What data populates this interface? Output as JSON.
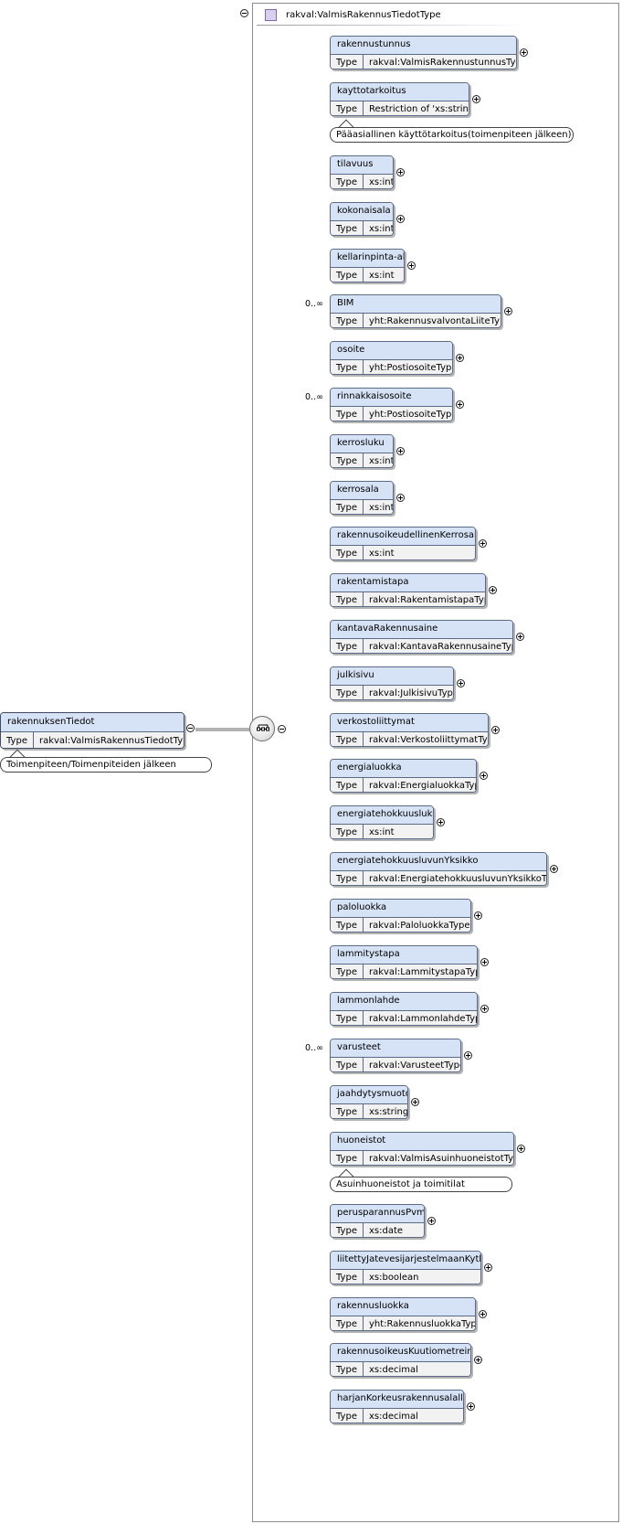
{
  "root": {
    "name": "rakennuksenTiedot",
    "type_label": "Type",
    "type_value": "rakval:ValmisRakennusTiedotType",
    "annotation": "Toimenpiteen/Toimenpiteiden jälkeen"
  },
  "complex_type": {
    "title": "rakval:ValmisRakennusTiedotType"
  },
  "compositor": {
    "icon": "sequence-compositor-icon"
  },
  "children": [
    {
      "name": "rakennustunnus",
      "type_label": "Type",
      "type_value": "rakval:ValmisRakennustunnusType",
      "occurrence": ""
    },
    {
      "name": "kayttotarkoitus",
      "type_label": "Type",
      "type_value": "Restriction of 'xs:string'",
      "occurrence": "",
      "annotation": "Pääasiallinen käyttötarkoitus(toimenpiteen jälkeen) linkki:..."
    },
    {
      "name": "tilavuus",
      "type_label": "Type",
      "type_value": "xs:int",
      "occurrence": ""
    },
    {
      "name": "kokonaisala",
      "type_label": "Type",
      "type_value": "xs:int",
      "occurrence": ""
    },
    {
      "name": "kellarinpinta-ala",
      "type_label": "Type",
      "type_value": "xs:int",
      "occurrence": ""
    },
    {
      "name": "BIM",
      "type_label": "Type",
      "type_value": "yht:RakennusvalvontaLiiteType",
      "occurrence": "0..∞"
    },
    {
      "name": "osoite",
      "type_label": "Type",
      "type_value": "yht:PostiosoiteType",
      "occurrence": ""
    },
    {
      "name": "rinnakkaisosoite",
      "type_label": "Type",
      "type_value": "yht:PostiosoiteType",
      "occurrence": "0..∞"
    },
    {
      "name": "kerrosluku",
      "type_label": "Type",
      "type_value": "xs:int",
      "occurrence": ""
    },
    {
      "name": "kerrosala",
      "type_label": "Type",
      "type_value": "xs:int",
      "occurrence": ""
    },
    {
      "name": "rakennusoikeudellinenKerrosala",
      "type_label": "Type",
      "type_value": "xs:int",
      "occurrence": ""
    },
    {
      "name": "rakentamistapa",
      "type_label": "Type",
      "type_value": "rakval:RakentamistapaType",
      "occurrence": ""
    },
    {
      "name": "kantavaRakennusaine",
      "type_label": "Type",
      "type_value": "rakval:KantavaRakennusaineType",
      "occurrence": ""
    },
    {
      "name": "julkisivu",
      "type_label": "Type",
      "type_value": "rakval:JulkisivuType",
      "occurrence": ""
    },
    {
      "name": "verkostoliittymat",
      "type_label": "Type",
      "type_value": "rakval:VerkostoliittymatType",
      "occurrence": ""
    },
    {
      "name": "energialuokka",
      "type_label": "Type",
      "type_value": "rakval:EnergialuokkaType",
      "occurrence": ""
    },
    {
      "name": "energiatehokkuusluku",
      "type_label": "Type",
      "type_value": "xs:int",
      "occurrence": ""
    },
    {
      "name": "energiatehokkuusluvunYksikko",
      "type_label": "Type",
      "type_value": "rakval:EnergiatehokkuusluvunYksikkoType",
      "occurrence": ""
    },
    {
      "name": "paloluokka",
      "type_label": "Type",
      "type_value": "rakval:PaloluokkaType",
      "occurrence": ""
    },
    {
      "name": "lammitystapa",
      "type_label": "Type",
      "type_value": "rakval:LammitystapaType",
      "occurrence": ""
    },
    {
      "name": "lammonlahde",
      "type_label": "Type",
      "type_value": "rakval:LammonlahdeType",
      "occurrence": ""
    },
    {
      "name": "varusteet",
      "type_label": "Type",
      "type_value": "rakval:VarusteetType",
      "occurrence": "0..∞"
    },
    {
      "name": "jaahdytysmuoto",
      "type_label": "Type",
      "type_value": "xs:string",
      "occurrence": ""
    },
    {
      "name": "huoneistot",
      "type_label": "Type",
      "type_value": "rakval:ValmisAsuinhuoneistotType",
      "occurrence": "",
      "annotation": "Asuinhuoneistot ja toimitilat"
    },
    {
      "name": "perusparannusPvm",
      "type_label": "Type",
      "type_value": "xs:date",
      "occurrence": ""
    },
    {
      "name": "liitettyJatevesijarjestelmaanKytkin",
      "type_label": "Type",
      "type_value": "xs:boolean",
      "occurrence": ""
    },
    {
      "name": "rakennusluokka",
      "type_label": "Type",
      "type_value": "yht:RakennusluokkaType",
      "occurrence": ""
    },
    {
      "name": "rakennusoikeusKuutiometreina",
      "type_label": "Type",
      "type_value": "xs:decimal",
      "occurrence": ""
    },
    {
      "name": "harjanKorkeusrakennusalalla",
      "type_label": "Type",
      "type_value": "xs:decimal",
      "occurrence": ""
    }
  ]
}
